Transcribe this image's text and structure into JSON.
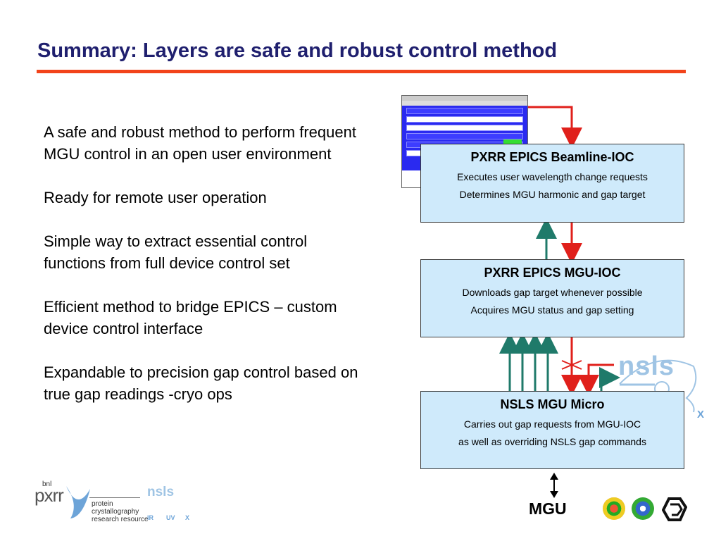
{
  "title": "Summary:  Layers are safe and robust control method",
  "bullets": [
    "A safe and robust method to perform frequent MGU control in an open user environment",
    "Ready for remote user operation",
    "Simple way to extract essential control functions from full device control set",
    "Efficient method to bridge EPICS – custom device control interface",
    "Expandable to precision gap control based on true gap readings -cryo ops"
  ],
  "boxes": {
    "beamline_ioc": {
      "title": "PXRR EPICS Beamline-IOC",
      "line1": "Executes user wavelength change requests",
      "line2": "Determines MGU harmonic and gap target"
    },
    "mgu_ioc": {
      "title": "PXRR EPICS MGU-IOC",
      "line1": "Downloads gap target whenever possible",
      "line2": "Acquires MGU status and gap setting"
    },
    "mgu_micro": {
      "title": "NSLS MGU Micro",
      "line1": "Carries out gap requests from MGU-IOC",
      "line2": "as well as overriding NSLS gap commands"
    }
  },
  "mgu_label": "MGU",
  "logos": {
    "nsls_large": "nsls",
    "nsls_large_x": "X",
    "pxrr_bnl": "bnl",
    "pxrr_word": "pxrr",
    "pxrr_sub": [
      "protein",
      "crystallography",
      "research resource"
    ],
    "nsls_small": "nsls",
    "nsls_small_bands": [
      "IR",
      "UV",
      "X"
    ]
  },
  "colors": {
    "title": "#1f1f6e",
    "title_rule": "#f2431a",
    "box_fill": "#cfeafb",
    "arrow_red": "#e0201b",
    "arrow_teal": "#1f7a6a"
  }
}
